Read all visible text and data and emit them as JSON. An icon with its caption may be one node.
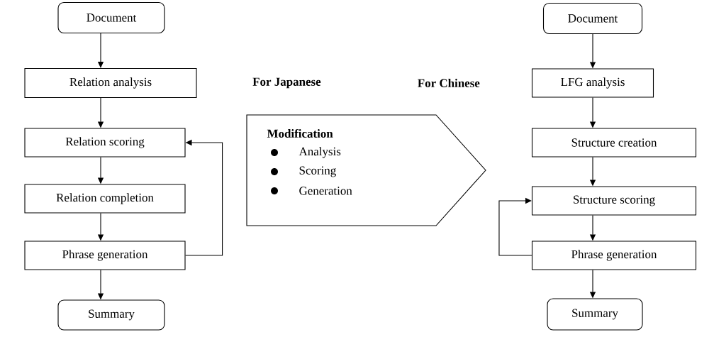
{
  "diagram": {
    "nodes": [
      {
        "text": [
          "Document"
        ]
      },
      {
        "text": [
          "Relation analysis"
        ]
      },
      {
        "text": [
          "Relation scoring"
        ]
      },
      {
        "text": [
          "Relation completion"
        ]
      },
      {
        "text": [
          "Phrase generation"
        ]
      },
      {
        "text": [
          "Summary"
        ]
      },
      {
        "text": [
          "Document"
        ]
      },
      {
        "text": [
          "LFG analysis"
        ]
      },
      {
        "text": [
          "Structure creation"
        ]
      },
      {
        "text": [
          "Structure scoring"
        ]
      },
      {
        "text": [
          "Phrase generation"
        ]
      },
      {
        "text": [
          "Summary"
        ]
      },
      {
        "text": [
          "Modification",
          "Analysis",
          "Scoring",
          "Generation"
        ]
      }
    ],
    "edges": [
      {
        "from": 0,
        "to": 1,
        "arrow": "to"
      },
      {
        "from": 1,
        "to": 2,
        "arrow": "to"
      },
      {
        "from": 2,
        "to": 3,
        "arrow": "to"
      },
      {
        "from": 3,
        "to": 4,
        "arrow": "to"
      },
      {
        "from": 4,
        "to": 5,
        "arrow": "to"
      },
      {
        "from": 4,
        "to": 2,
        "arrow": "to"
      },
      {
        "from": 6,
        "to": 7,
        "arrow": "to"
      },
      {
        "from": 7,
        "to": 8,
        "arrow": "to"
      },
      {
        "from": 8,
        "to": 9,
        "arrow": "to"
      },
      {
        "from": 9,
        "to": 10,
        "arrow": "to"
      },
      {
        "from": 10,
        "to": 11,
        "arrow": "to"
      },
      {
        "from": 10,
        "to": 9,
        "arrow": "to"
      }
    ],
    "labels": [
      "For Japanese",
      "For Chinese"
    ]
  }
}
